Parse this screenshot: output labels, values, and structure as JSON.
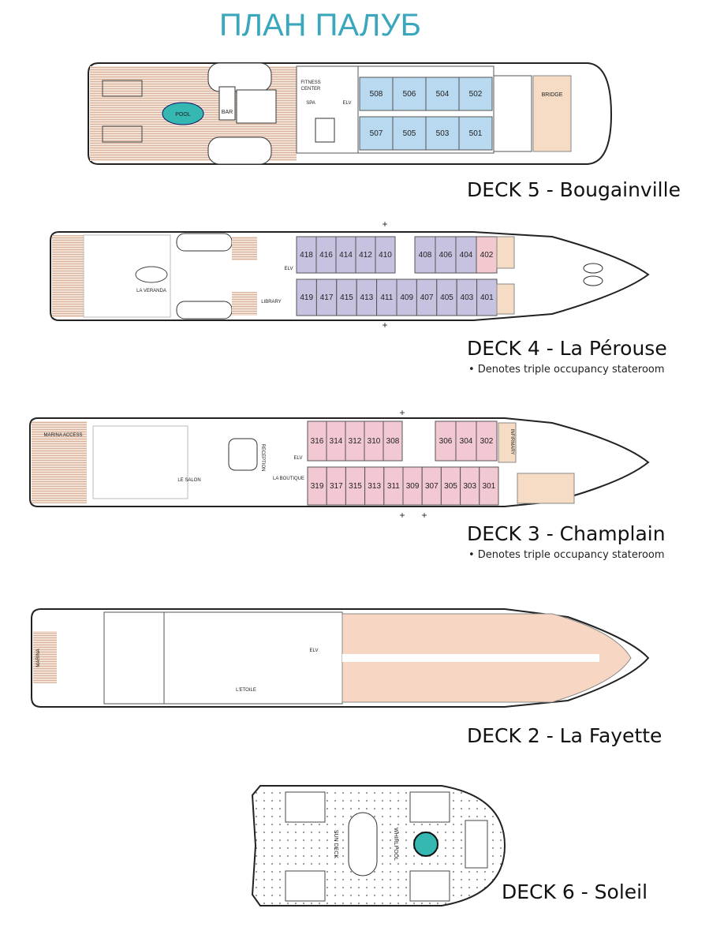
{
  "page_title": "ПЛАН ПАЛУБ",
  "colors": {
    "title": "#3aa7bd",
    "deck5_cabin": "#b9d9f0",
    "deck4_cabin": "#c7c2e0",
    "deck4_triple": "#f2c9cf",
    "deck3_cabin": "#f2c9d2",
    "deck2_cabin": "#f7d7c3",
    "crew": "#f6dcc5",
    "pool": "#35b7b2",
    "wood": "#e6cbb8"
  },
  "deck5": {
    "label": "DECK 5 - Bougainville",
    "cabins_top": [
      "508",
      "506",
      "504",
      "502"
    ],
    "cabins_bottom": [
      "507",
      "505",
      "503",
      "501"
    ],
    "areas": {
      "pool": "POOL",
      "bar": "BAR",
      "fitness1": "FITNESS",
      "fitness2": "CENTER",
      "spa": "SPA",
      "elv": "ELV",
      "bridge": "BRIDGE"
    }
  },
  "deck4": {
    "label": "DECK 4 - La Pérouse",
    "note": "• Denotes triple occupancy stateroom",
    "cabins_top_a": [
      "418",
      "416",
      "414",
      "412",
      "410"
    ],
    "cabins_top_b": [
      "408",
      "406",
      "404"
    ],
    "cabin_top_triple": "402",
    "cabins_bottom": [
      "419",
      "417",
      "415",
      "413",
      "411",
      "409",
      "407",
      "405",
      "403",
      "401"
    ],
    "areas": {
      "veranda": "LA VERANDA",
      "library": "LIBRARY",
      "elv": "ELV"
    }
  },
  "deck3": {
    "label": "DECK 3 - Champlain",
    "note": "• Denotes triple occupancy stateroom",
    "cabins_top_a": [
      "316",
      "314",
      "312",
      "310",
      "308"
    ],
    "cabins_top_b": [
      "306",
      "304",
      "302"
    ],
    "cabins_bottom": [
      "319",
      "317",
      "315",
      "313",
      "311",
      "309",
      "307",
      "305",
      "303",
      "301"
    ],
    "areas": {
      "marina": "MARINA ACCESS",
      "salon": "LE SALON",
      "reception": "RECEPTION",
      "boutique": "LA BOUTIQUE",
      "elv": "ELV",
      "infirmary": "INFIRMARY"
    }
  },
  "deck2": {
    "label": "DECK 2 - La Fayette",
    "areas": {
      "marina": "MARINA",
      "etoile": "L'ETOILE",
      "elv": "ELV"
    }
  },
  "deck6": {
    "label": "DECK 6 - Soleil",
    "areas": {
      "sundeck": "SUN DECK",
      "whirlpool": "WHIRLPOOL"
    }
  }
}
